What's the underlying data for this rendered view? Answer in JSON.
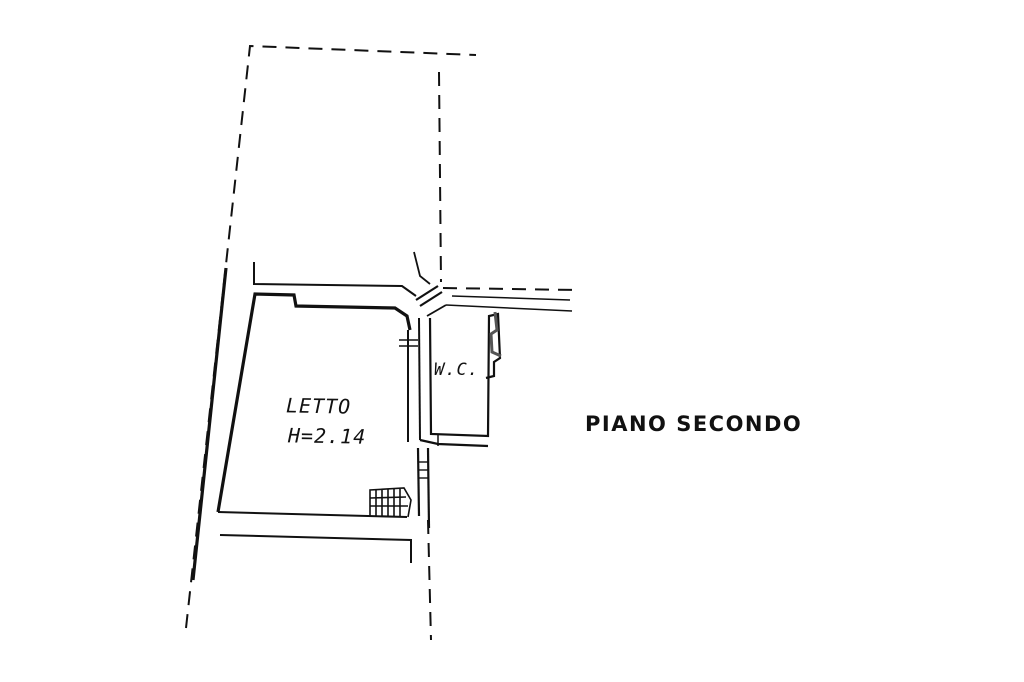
{
  "rooms": {
    "bedroom": {
      "name": "LETTO",
      "height": "H=2.14"
    },
    "wc": {
      "name": "W.C."
    }
  },
  "floor_title": "PIANO SECONDO",
  "colors": {
    "ink": "#111111",
    "background": "#ffffff"
  }
}
